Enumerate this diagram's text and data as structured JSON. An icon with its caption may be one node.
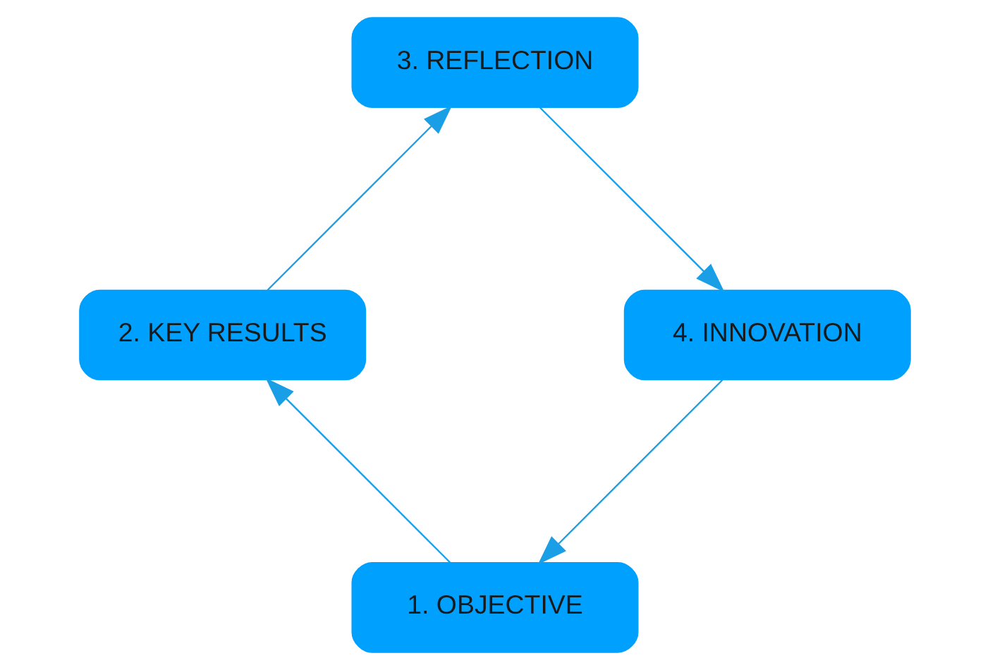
{
  "diagram": {
    "nodes": [
      {
        "text": [
          "1. OBJECTIVE"
        ]
      },
      {
        "text": [
          "2. KEY RESULTS"
        ]
      },
      {
        "text": [
          "3. REFLECTION"
        ]
      },
      {
        "text": [
          "4. INNOVATION"
        ]
      }
    ],
    "edges": [
      {
        "from": 0,
        "to": 1,
        "arrow": "to"
      },
      {
        "from": 1,
        "to": 2,
        "arrow": "to"
      },
      {
        "from": 2,
        "to": 3,
        "arrow": "to"
      },
      {
        "from": 3,
        "to": 0,
        "arrow": "to"
      }
    ]
  }
}
